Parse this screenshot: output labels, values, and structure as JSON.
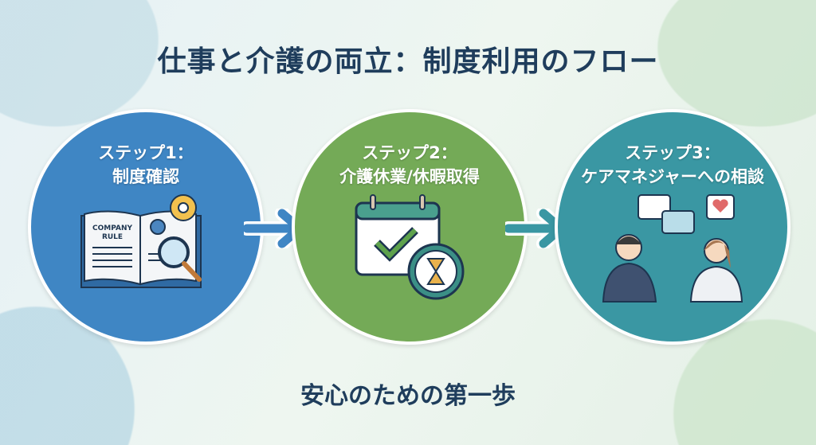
{
  "title": "仕事と介護の両立：制度利用のフロー",
  "steps": [
    {
      "heading": "ステップ1：",
      "label": "制度確認",
      "icon": "company-rule-book-icon",
      "book_text_1": "COMPANY",
      "book_text_2": "RULE",
      "color": "#3f86c4"
    },
    {
      "heading": "ステップ2：",
      "label": "介護休業/休暇取得",
      "icon": "calendar-check-clock-icon",
      "color": "#74aa57"
    },
    {
      "heading": "ステップ3：",
      "label": "ケアマネジャーへの相談",
      "icon": "consultation-people-icon",
      "color": "#3a97a3"
    }
  ],
  "footer": "安心のための第一歩"
}
